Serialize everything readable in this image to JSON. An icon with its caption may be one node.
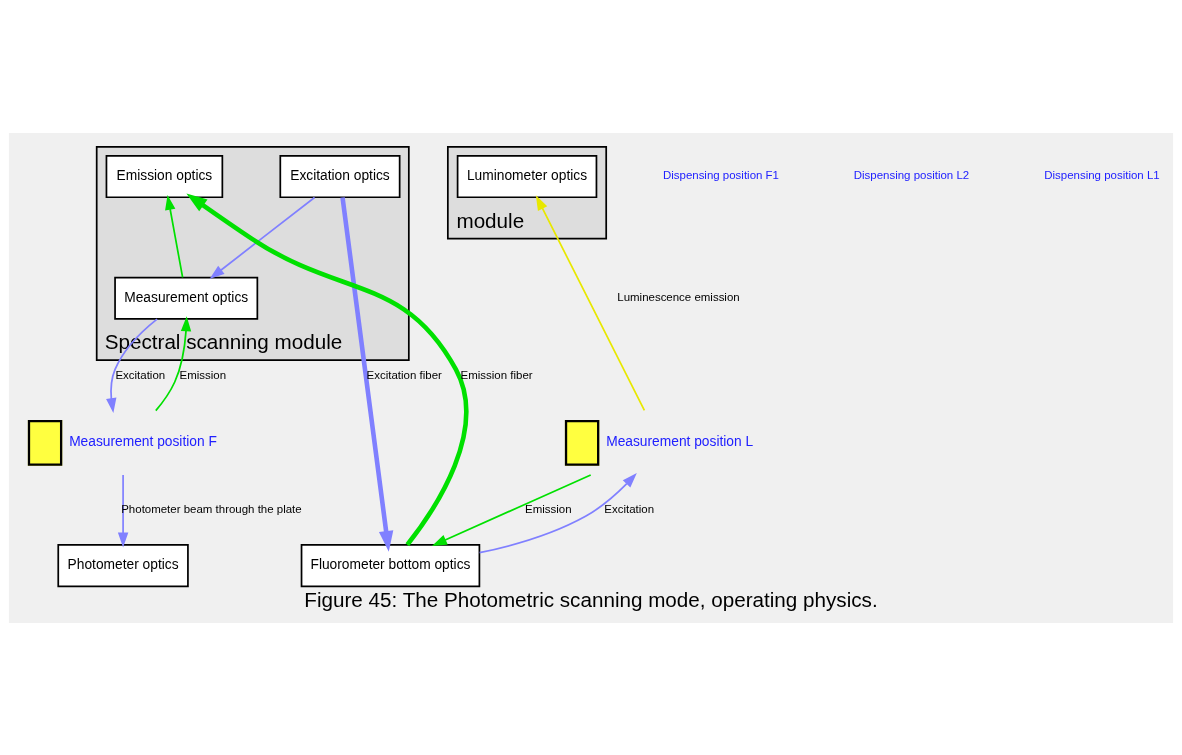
{
  "diagram": {
    "caption": "Figure 45: The Photometric scanning mode, operating physics.",
    "nodes": [
      {
        "text": [
          "Spectral scanning module"
        ]
      },
      {
        "text": [
          "Excitation optics"
        ],
        "in": 0
      },
      {
        "text": [
          "Emission optics"
        ],
        "in": 0
      },
      {
        "text": [
          "Measurement optics"
        ],
        "in": 0
      },
      {
        "text": [
          "module"
        ]
      },
      {
        "text": [
          "Luminometer optics"
        ],
        "in": 4
      },
      {
        "text": [],
        "shape": "box",
        "beside": [
          "Measurement position F"
        ]
      },
      {
        "text": [],
        "shape": "box",
        "beside": [
          "Measurement position L"
        ]
      },
      {
        "text": [
          "Photometer optics"
        ]
      },
      {
        "text": [
          "Fluorometer bottom optics"
        ]
      }
    ],
    "edges": [
      {
        "from": 1,
        "to": 3,
        "arrow": "to",
        "color": "#8080ff"
      },
      {
        "from": 3,
        "to": 2,
        "arrow": "to",
        "color": "#00e000"
      },
      {
        "from": 3,
        "to": 6,
        "arrow": "to",
        "label": "Excitation",
        "color": "#8080ff"
      },
      {
        "from": 6,
        "to": 3,
        "arrow": "to",
        "label": "Emission",
        "color": "#00e000"
      },
      {
        "from": 6,
        "to": 8,
        "arrow": "to",
        "label": "Photometer beam through the plate",
        "color": "#8080ff"
      },
      {
        "from": 1,
        "to": 9,
        "arrow": "to",
        "label": "Excitation fiber",
        "style": "thick",
        "color": "#8080ff"
      },
      {
        "from": 9,
        "to": 2,
        "arrow": "to",
        "label": "Emission fiber",
        "style": "thick",
        "color": "#00e000"
      },
      {
        "from": 7,
        "to": 5,
        "arrow": "to",
        "label": "Luminescence emission",
        "color": "#e8e800"
      },
      {
        "from": 7,
        "to": 9,
        "arrow": "to",
        "label": "Emission",
        "color": "#00e000"
      },
      {
        "from": 9,
        "to": 7,
        "arrow": "to",
        "label": "Excitation",
        "color": "#8080ff"
      }
    ],
    "labels": [
      "Dispensing position F1",
      "Dispensing position L2",
      "Dispensing position L1"
    ]
  }
}
